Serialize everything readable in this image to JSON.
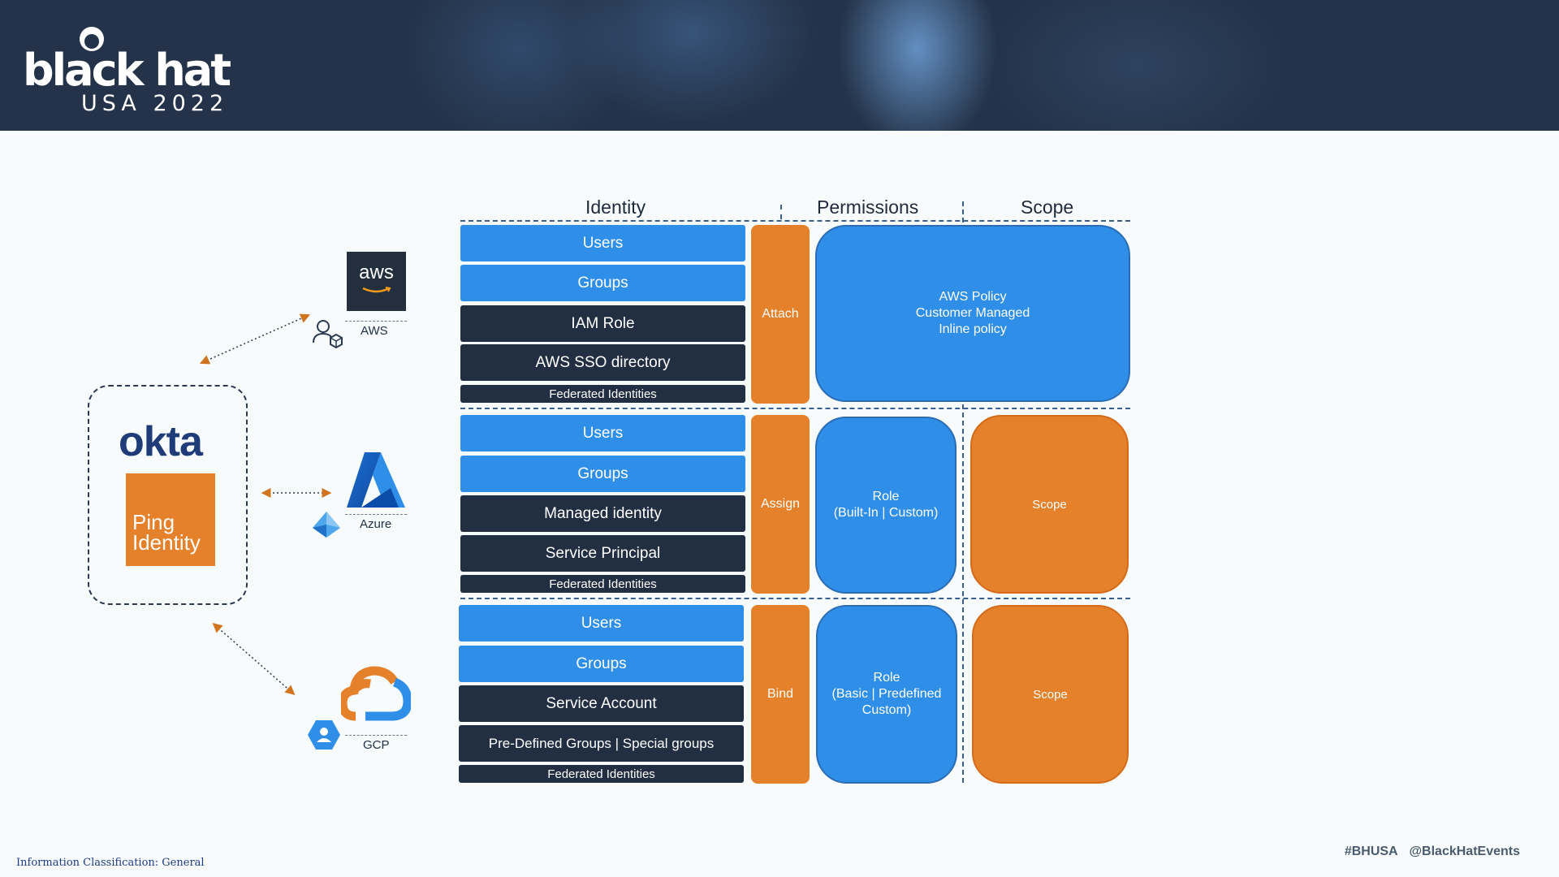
{
  "header": {
    "brand": "black hat",
    "event": "USA 2022"
  },
  "footer": {
    "classification": "Information Classification: General",
    "social": "#BHUSA @BlackHatEvents"
  },
  "identity_providers": {
    "okta": "okta",
    "ping_line1": "Ping",
    "ping_line2": "Identity"
  },
  "providers": {
    "aws": {
      "logo_text": "aws",
      "label": "AWS"
    },
    "azure": {
      "label": "Azure"
    },
    "gcp": {
      "label": "GCP"
    }
  },
  "columns": {
    "identity": "Identity",
    "permissions": "Permissions",
    "scope": "Scope"
  },
  "rows": {
    "aws": {
      "identities": [
        "Users",
        "Groups",
        "IAM Role",
        "AWS SSO directory"
      ],
      "federated": "Federated Identities",
      "verb": "Attach",
      "permission": "AWS Policy\nCustomer Managed\nInline policy"
    },
    "azure": {
      "identities": [
        "Users",
        "Groups",
        "Managed identity",
        "Service Principal"
      ],
      "federated": "Federated Identities",
      "verb": "Assign",
      "permission": "Role\n(Built-In | Custom)",
      "scope": "Scope"
    },
    "gcp": {
      "identities": [
        "Users",
        "Groups",
        "Service Account",
        "Pre-Defined Groups  |  Special groups"
      ],
      "federated": "Federated Identities",
      "verb": "Bind",
      "permission": "Role\n(Basic | Predefined\nCustom)",
      "scope": "Scope"
    }
  },
  "colors": {
    "blue": "#2f8fe8",
    "dark": "#222f42",
    "orange": "#e5812a",
    "header": "#243349"
  }
}
